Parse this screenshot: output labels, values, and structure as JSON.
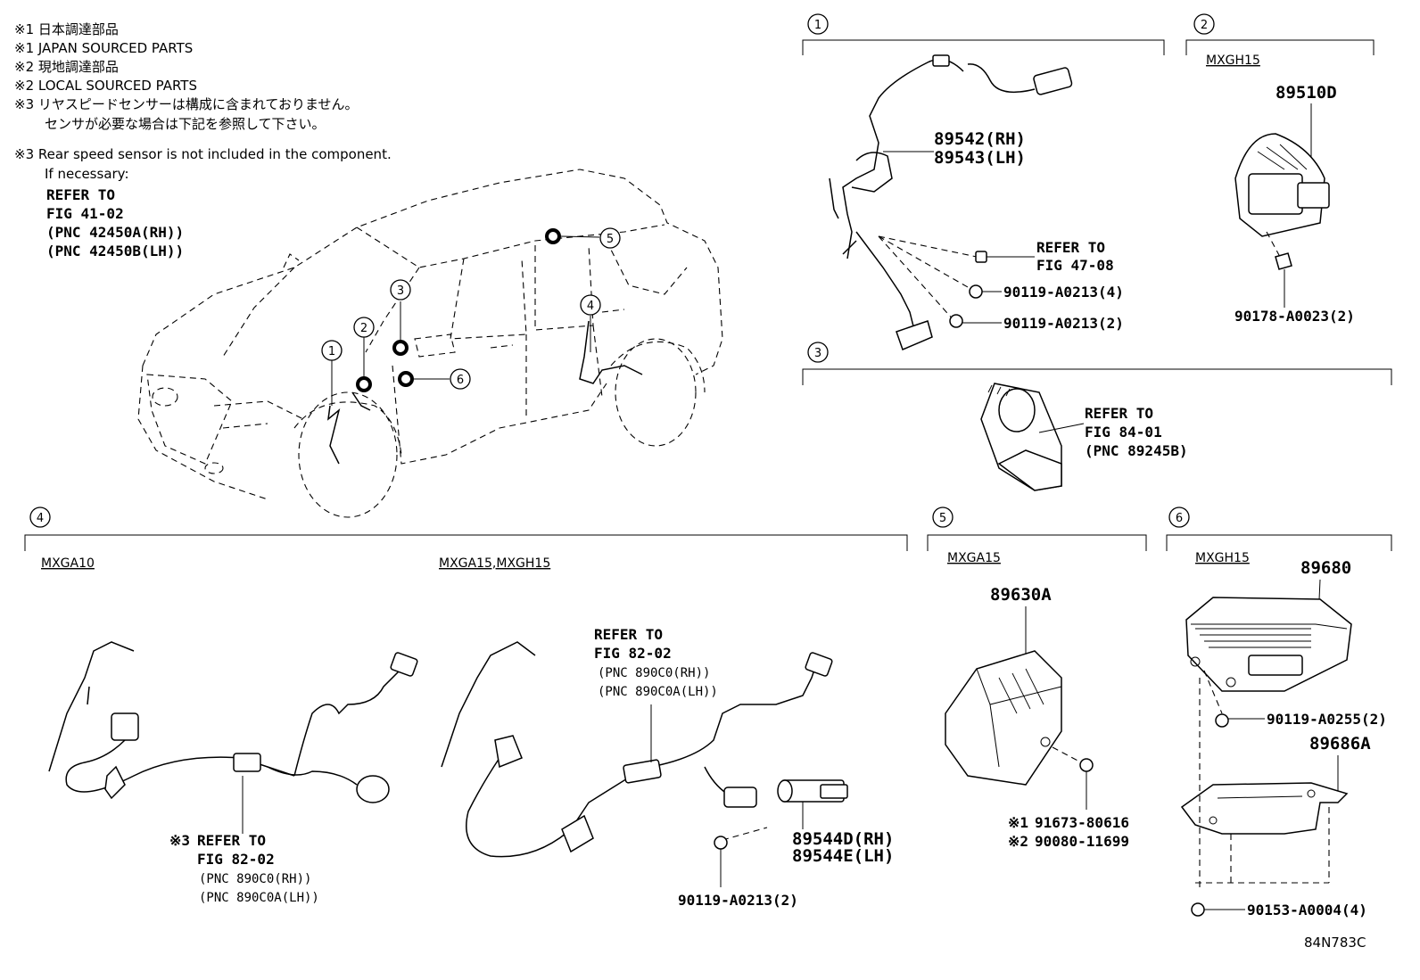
{
  "notes": {
    "n1_jp": "※1 日本調達部品",
    "n1_en": "※1 JAPAN SOURCED PARTS",
    "n2_jp": "※2 現地調達部品",
    "n2_en": "※2 LOCAL SOURCED PARTS",
    "n3_jp_line1": "※3 リヤスピードセンサーは構成に含まれておりません。",
    "n3_jp_line2": "センサが必要な場合は下記を参照して下さい。",
    "n3_en": "※3 Rear speed sensor is not included in the component.",
    "if_necessary": "If necessary:",
    "ref_line1": "REFER TO",
    "ref_line2": "FIG 41-02",
    "ref_line3": "(PNC 42450A(RH))",
    "ref_line4": "(PNC 42450B(LH))"
  },
  "callouts": [
    "1",
    "2",
    "3",
    "4",
    "5",
    "6"
  ],
  "section1": {
    "part_rh": "89542(RH)",
    "part_lh": "89543(LH)",
    "refer_to": "REFER TO",
    "refer_fig": "FIG 47-08",
    "bolt1": "90119-A0213(4)",
    "bolt2": "90119-A0213(2)"
  },
  "section2": {
    "model": "MXGH15",
    "part": "89510D",
    "nut": "90178-A0023(2)"
  },
  "section3": {
    "refer_to": "REFER TO",
    "refer_fig": "FIG 84-01",
    "pnc": "(PNC 89245B)"
  },
  "section4": {
    "model_a": "MXGA10",
    "model_b": "MXGA15,MXGH15",
    "refer_a_star": "※3",
    "refer_a_to": "REFER TO",
    "refer_a_fig": "FIG 82-02",
    "refer_a_pnc_rh": "(PNC 890C0(RH))",
    "refer_a_pnc_lh": "(PNC 890C0A(LH))",
    "refer_b_to": "REFER TO",
    "refer_b_fig": "FIG 82-02",
    "refer_b_pnc_rh": "(PNC 890C0(RH))",
    "refer_b_pnc_lh": "(PNC 890C0A(LH))",
    "sensor_rh": "89544D(RH)",
    "sensor_lh": "89544E(LH)",
    "bolt": "90119-A0213(2)"
  },
  "section5": {
    "model": "MXGA15",
    "part": "89630A",
    "bolt_jp_mark": "※1",
    "bolt_jp": "91673-80616",
    "bolt_local_mark": "※2",
    "bolt_local": "90080-11699"
  },
  "section6": {
    "model": "MXGH15",
    "part": "89680",
    "bolt": "90119-A0255(2)",
    "bracket": "89686A",
    "bolt2": "90153-A0004(4)"
  },
  "figure_code": "84N783C"
}
